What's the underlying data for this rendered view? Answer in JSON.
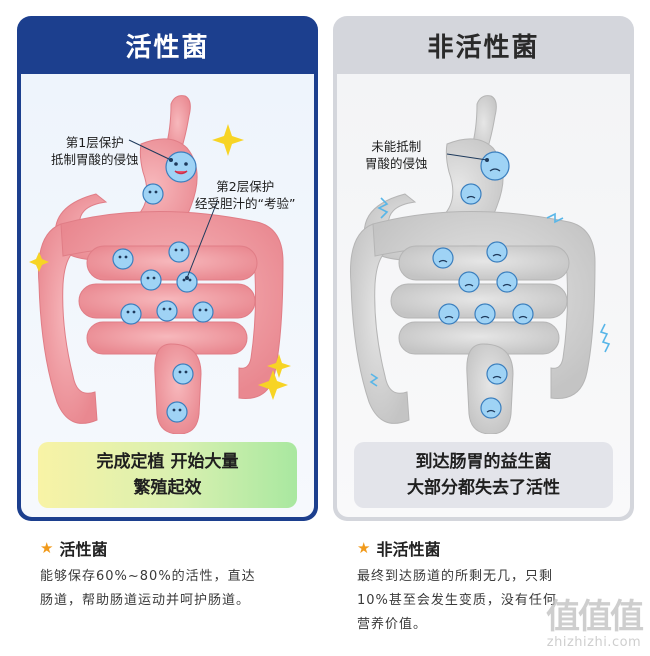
{
  "left": {
    "title": "活性菌",
    "callout_stomach": [
      "第1层保护",
      "抵制胃酸的侵蚀"
    ],
    "callout_intestine": [
      "第2层保护",
      "经受胆汁的“考验”"
    ],
    "result": [
      "完成定植 开始大量",
      "繁殖起效"
    ],
    "desc_title": "活性菌",
    "desc_text": [
      "能够保存60%~80%的活性，直达",
      "肠道，帮助肠道运动并呵护肠道。"
    ]
  },
  "right": {
    "title": "非活性菌",
    "callout_stomach": [
      "未能抵制",
      "胃酸的侵蚀"
    ],
    "result": [
      "到达肠胃的益生菌",
      "大部分都失去了活性"
    ],
    "desc_title": "非活性菌",
    "desc_text": [
      "最终到达肠道的所剩无几，只剩",
      "10%甚至会发生变质，没有任何",
      "营养价值。"
    ]
  },
  "watermark": {
    "logo": "值值值",
    "url": "zhizhizhi.com"
  },
  "colors": {
    "left_border": "#1c3f8e",
    "right_border": "#d4d6dc",
    "gut_pink": "#ef9aa0",
    "gut_gray": "#cfcfcf",
    "star": "#f19a1b",
    "sparkle": "#f7d425"
  }
}
